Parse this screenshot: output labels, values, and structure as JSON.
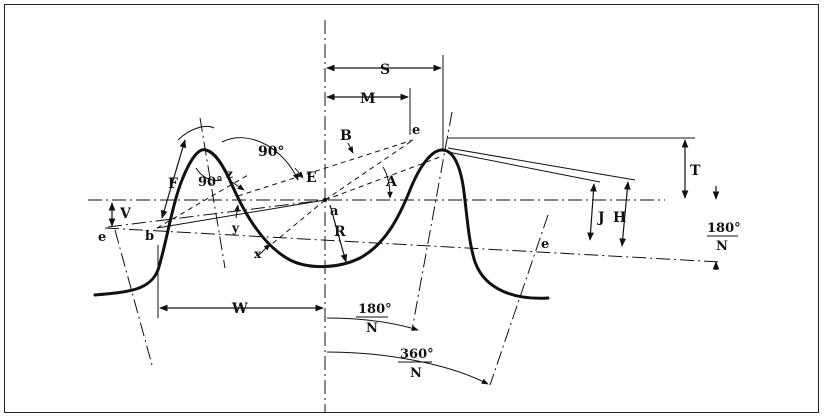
{
  "labels": {
    "S": "S",
    "M": "M",
    "e": "e",
    "B": "B",
    "E": "E",
    "A": "A",
    "T": "T",
    "F": "F",
    "deg90": "90°",
    "z": "z",
    "V": "V",
    "a": "a",
    "b": "b",
    "y": "y",
    "x": "x",
    "R": "R",
    "J": "J",
    "H": "H",
    "W": "W",
    "num180": "180°",
    "num360": "360°",
    "N": "N"
  },
  "colors": {
    "ink": "#111111",
    "background": "#ffffff"
  }
}
